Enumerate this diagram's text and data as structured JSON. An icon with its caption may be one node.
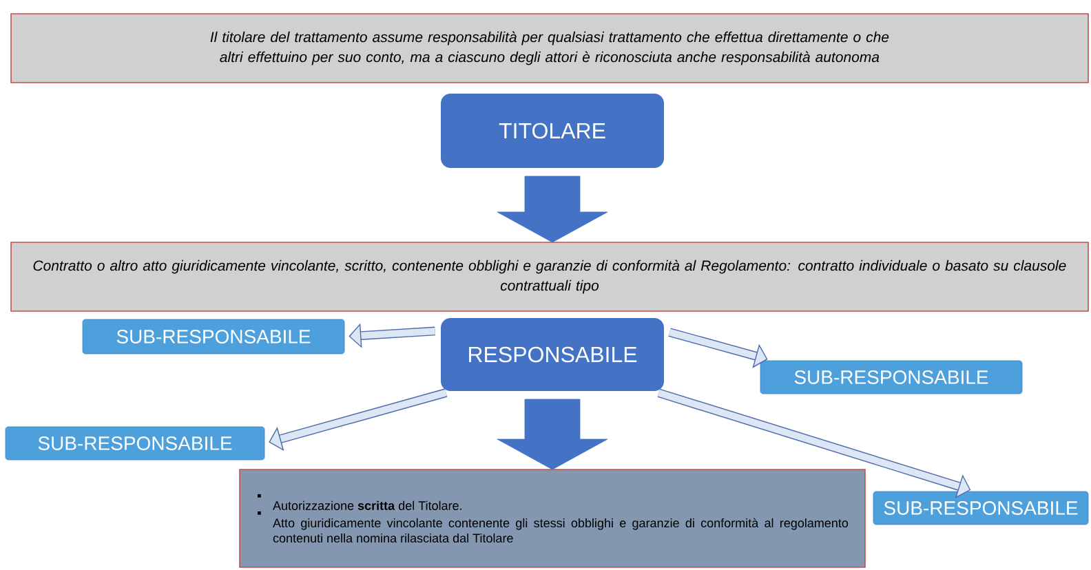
{
  "diagram": {
    "nodes": [
      {
        "text": [
          "Il titolare del trattamento assume responsabilità per qualsiasi trattamento che effettua direttamente o che altri effettuino per suo conto, ma a ciascuno degli attori è riconosciuta anche responsabilità autonoma"
        ]
      },
      {
        "text": [
          "TITOLARE"
        ]
      },
      {
        "text": [
          "Contratto o altro atto giuridicamente vincolante, scritto, contenente obblighi e garanzie di conformità al Regolamento: contratto individuale o basato su clausole contrattuali tipo"
        ]
      },
      {
        "text": [
          "RESPONSABILE"
        ]
      },
      {
        "text": [
          "SUB-RESPONSABILE"
        ]
      },
      {
        "text": [
          "SUB-RESPONSABILE"
        ]
      },
      {
        "text": [
          "SUB-RESPONSABILE"
        ]
      },
      {
        "text": [
          "SUB-RESPONSABILE"
        ]
      },
      {
        "text": [
          "Autorizzazione **scritta** del Titolare.",
          "Atto giuridicamente vincolante contenente gli stessi obblighi e garanzie di conformità al regolamento contenuti nella nomina rilasciata dal Titolare"
        ]
      }
    ],
    "edges": [
      {
        "from": 1,
        "to": 2,
        "arrow": "to",
        "style": "thick",
        "color": "#4472c4"
      },
      {
        "from": 3,
        "to": 4,
        "arrow": "to"
      },
      {
        "from": 3,
        "to": 5,
        "arrow": "to"
      },
      {
        "from": 3,
        "to": 6,
        "arrow": "to"
      },
      {
        "from": 3,
        "to": 7,
        "arrow": "to"
      },
      {
        "from": 3,
        "to": 8,
        "arrow": "to",
        "style": "thick",
        "color": "#4472c4"
      }
    ]
  }
}
